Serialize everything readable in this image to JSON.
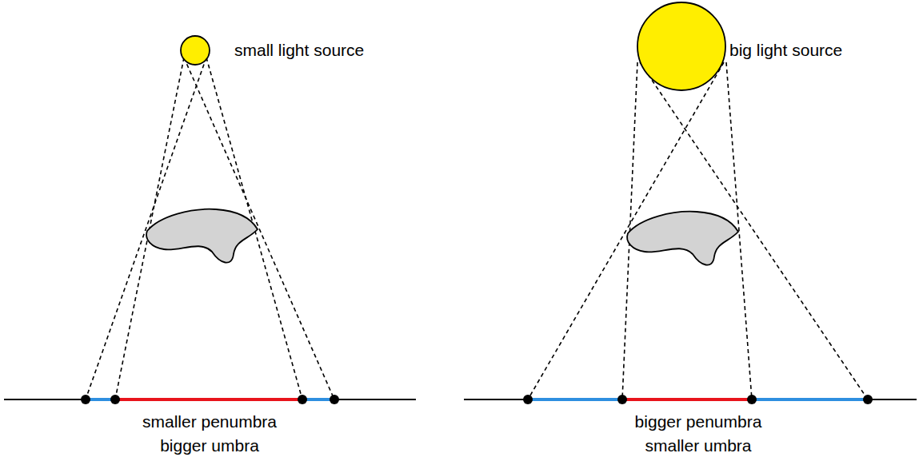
{
  "diagram": {
    "labels": [
      "small light source",
      "big light source",
      "smaller penumbra",
      "bigger umbra",
      "bigger penumbra",
      "smaller umbra"
    ]
  }
}
